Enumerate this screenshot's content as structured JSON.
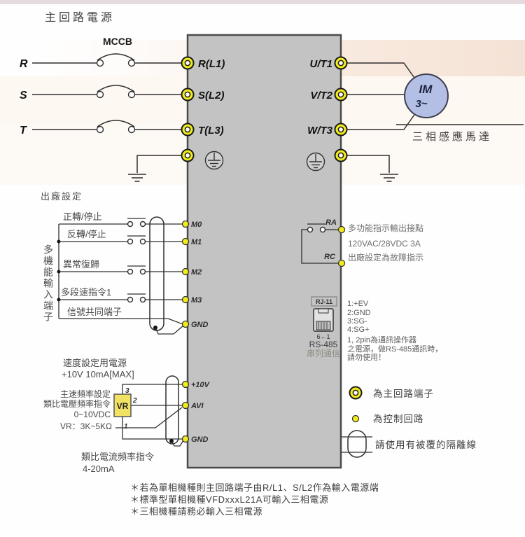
{
  "header": {
    "title": "主回路電源"
  },
  "input": {
    "mccb_label": "MCCB",
    "phase_r": "R",
    "phase_s": "S",
    "phase_t": "T"
  },
  "drive": {
    "terminal_r": "R(L1)",
    "terminal_s": "S(L2)",
    "terminal_t": "T(L3)",
    "terminal_u": "U/T1",
    "terminal_v": "V/T2",
    "terminal_w": "W/T3"
  },
  "motor": {
    "name": "IM",
    "phase": "3~",
    "caption": "三相感應馬達"
  },
  "digital": {
    "factory_label": "出廠設定",
    "group_label": "多機能輸入端子",
    "rows": [
      {
        "label": "正轉/停止",
        "terminal": "M0"
      },
      {
        "label": "反轉/停止",
        "terminal": "M1"
      },
      {
        "label": "異常復歸",
        "terminal": "M2"
      },
      {
        "label": "多段速指令1",
        "terminal": "M3"
      }
    ],
    "common_label": "信號共同端子",
    "common_terminal": "GND"
  },
  "relay": {
    "ra": "RA",
    "rc": "RC",
    "line1": "多功能指示輸出接點",
    "line2": "120VAC/28VDC 3A",
    "line3": "出廠設定為故障指示"
  },
  "comm": {
    "port": "RJ-11",
    "pin_range": "6←1",
    "bus": "RS-485",
    "caption": "串列通信",
    "pin1": "1:+EV",
    "pin2": "2:GND",
    "pin3": "3:SG-",
    "pin4": "4:SG+",
    "note1": "1, 2pin為通訊操作器",
    "note2": "之電源，做RS-485通訊時，",
    "note3": "請勿使用！"
  },
  "analog": {
    "power_line1": "速度設定用電源",
    "power_line2": "+10V 10mA[MAX]",
    "cmd_line1": "主速頻率設定",
    "cmd_line2": "類比電壓頻率指令",
    "cmd_line3": "0~10VDC",
    "cmd_line4": "VR：3K~5KΩ",
    "vr_label": "VR",
    "pin3": "3",
    "pin2": "2",
    "pin1": "1",
    "t_10v": "+10V",
    "t_avi": "AVI",
    "t_gnd": "GND",
    "current_line1": "類比電流頻率指令",
    "current_line2": "4-20mA"
  },
  "legend": {
    "main_label": "為主回路端子",
    "control_label": "為控制回路",
    "shield_label": "請使用有被覆的隔離線"
  },
  "notes": {
    "n1": "＊若為單相機種則主回路端子由R/L1、S/L2作為輸入電源端",
    "n2": "＊標準型單相機種VFDxxxL21A可輸入三相電源",
    "n3": "＊三相機種請務必輸入三相電源"
  },
  "colors": {
    "terminal_yellow": "#f2ec1c",
    "box_gray": "#c3c3c3",
    "motor_blue": "#b3bfe4"
  }
}
